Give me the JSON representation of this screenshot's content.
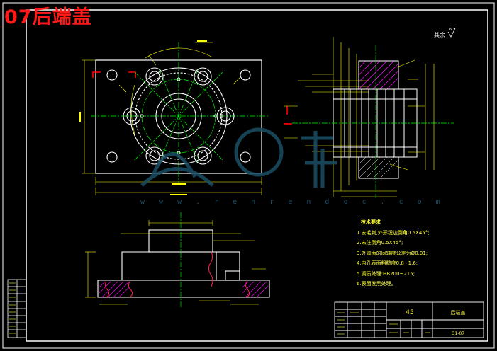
{
  "drawing": {
    "title": "07后端盖",
    "watermark_url": "w w w . r e n r e n d o c . c o m",
    "roughness_note": "其余",
    "roughness_value": "6.3",
    "material": "45",
    "part_number": "D1-07",
    "part_name": "后端盖"
  },
  "technical_requirements": {
    "heading": "技术要求",
    "items": [
      "1.去毛刺,外形锐边倒角0.5X45°;",
      "2.未注倒角0.5X45°;",
      "3.外圆面的同轴度公差为Ø0.01;",
      "4.内孔表面粗糙度0.8~1.6;",
      "5.调质处理:HB200~215;",
      "6.表面发黑处理。"
    ]
  },
  "colors": {
    "background": "#000000",
    "outline": "#ffffff",
    "centerline": "#00ff00",
    "dimension": "#ffff00",
    "hidden": "#ff0000",
    "hatch": "#ff00ff",
    "title_text": "#ff1a1a",
    "watermark": "#1c4f66"
  }
}
